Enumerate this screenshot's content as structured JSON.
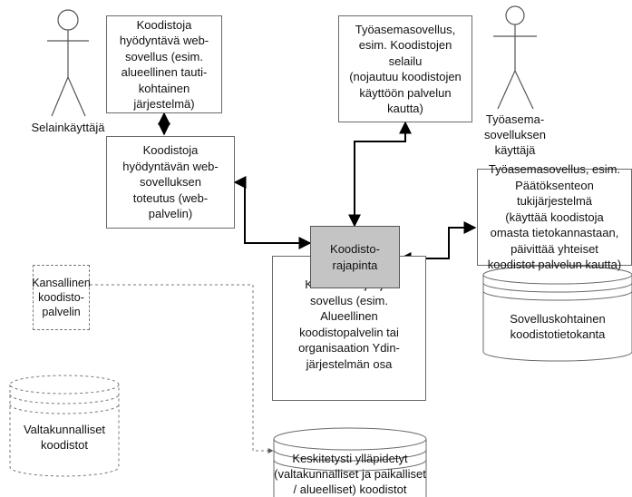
{
  "boxes": {
    "web_app": "Koodistoja\nhyödyntävä web-\nsovellus (esim.\nalueellinen tauti-\nkohtainen\njärjestelmä)",
    "web_impl": "Koodistoja\nhyödyntävän web-\nsovelluksen\ntoteutus (web-\npalvelin)",
    "ws_browse": "Työasemasovellus,\nesim. Koodistojen\nselailu\n(nojautuu koodistojen\nkäyttöön palvelun\nkautta)",
    "ws_decision": "Työasemasovellus, esim.\nPäätöksenteon\ntukijärjestelmä\n(käyttää koodistoja\nomasta tietokannastaan,\npäivittää yhteiset\nkoodistot palvelun kautta)",
    "api": "Koodisto-\nrajapinta",
    "provider": "Koodistotarjoaja-\nsovellus (esim.\nAlueellinen\nkoodistopalvelin tai\norganisaation Ydin-\njärjestelmän osa",
    "national": "Kansallinen\nkoodisto-\npalvelin"
  },
  "actors": {
    "browser_user": "Selainkäyttäjä",
    "ws_user": "Työasema-\nsovelluksen\nkäyttäjä"
  },
  "databases": {
    "app_db": "Sovelluskohtainen\nkoodistotietokanta",
    "national_db": "Valtakunnalliset\nkoodistot",
    "central_db": "Keskitetysti ylläpidetyt\n(valtakunnalliset ja paikalliset\n/ alueelliset) koodistot"
  },
  "colors": {
    "center_fill": "#c4c4c4",
    "line": "#000000",
    "border": "#6a6a6a"
  }
}
